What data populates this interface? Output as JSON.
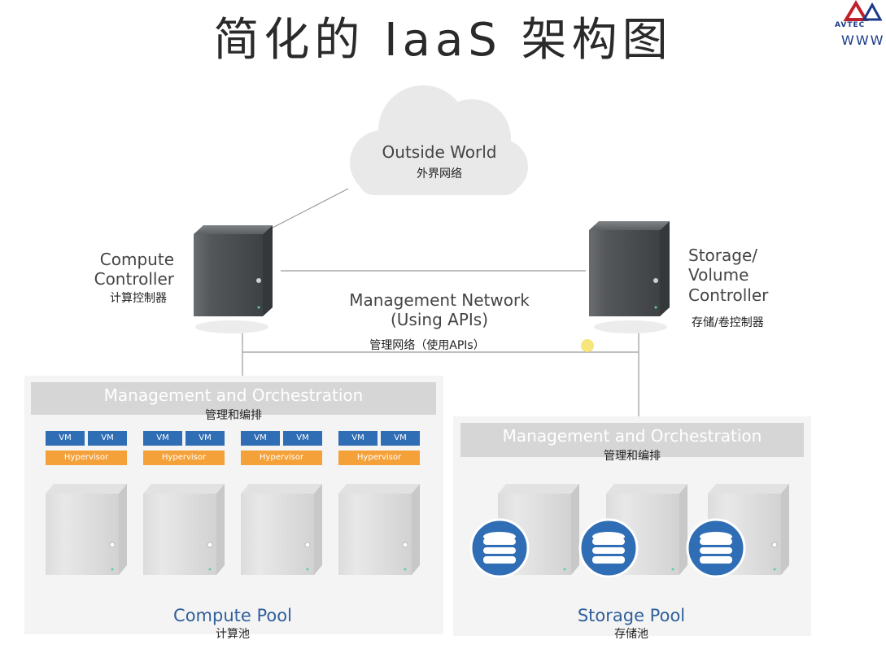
{
  "title": "简化的 IaaS 架构图",
  "logo": {
    "text": "AVTEC",
    "url": "WWW"
  },
  "cloud": {
    "label_en": "Outside World",
    "label_zh": "外界网络"
  },
  "compute_controller": {
    "label_en_1": "Compute",
    "label_en_2": "Controller",
    "label_zh": "计算控制器"
  },
  "storage_controller": {
    "label_en_1": "Storage/",
    "label_en_2": "Volume",
    "label_en_3": "Controller",
    "label_zh": "存储/卷控制器"
  },
  "network": {
    "label_en_1": "Management Network",
    "label_en_2": "(Using APIs)",
    "label_zh": "管理网络（使用APIs）"
  },
  "compute_pool": {
    "mo_en": "Management and Orchestration",
    "mo_zh": "管理和编排",
    "vm_label": "VM",
    "hypervisor_label": "Hypervisor",
    "label_en": "Compute Pool",
    "label_zh": "计算池"
  },
  "storage_pool": {
    "mo_en": "Management and Orchestration",
    "mo_zh": "管理和编排",
    "label_en": "Storage Pool",
    "label_zh": "存储池"
  },
  "colors": {
    "vm": "#2f6db5",
    "hypervisor": "#f5a13a",
    "pool_label": "#2f5f9a",
    "disk": "#2f6db5"
  }
}
